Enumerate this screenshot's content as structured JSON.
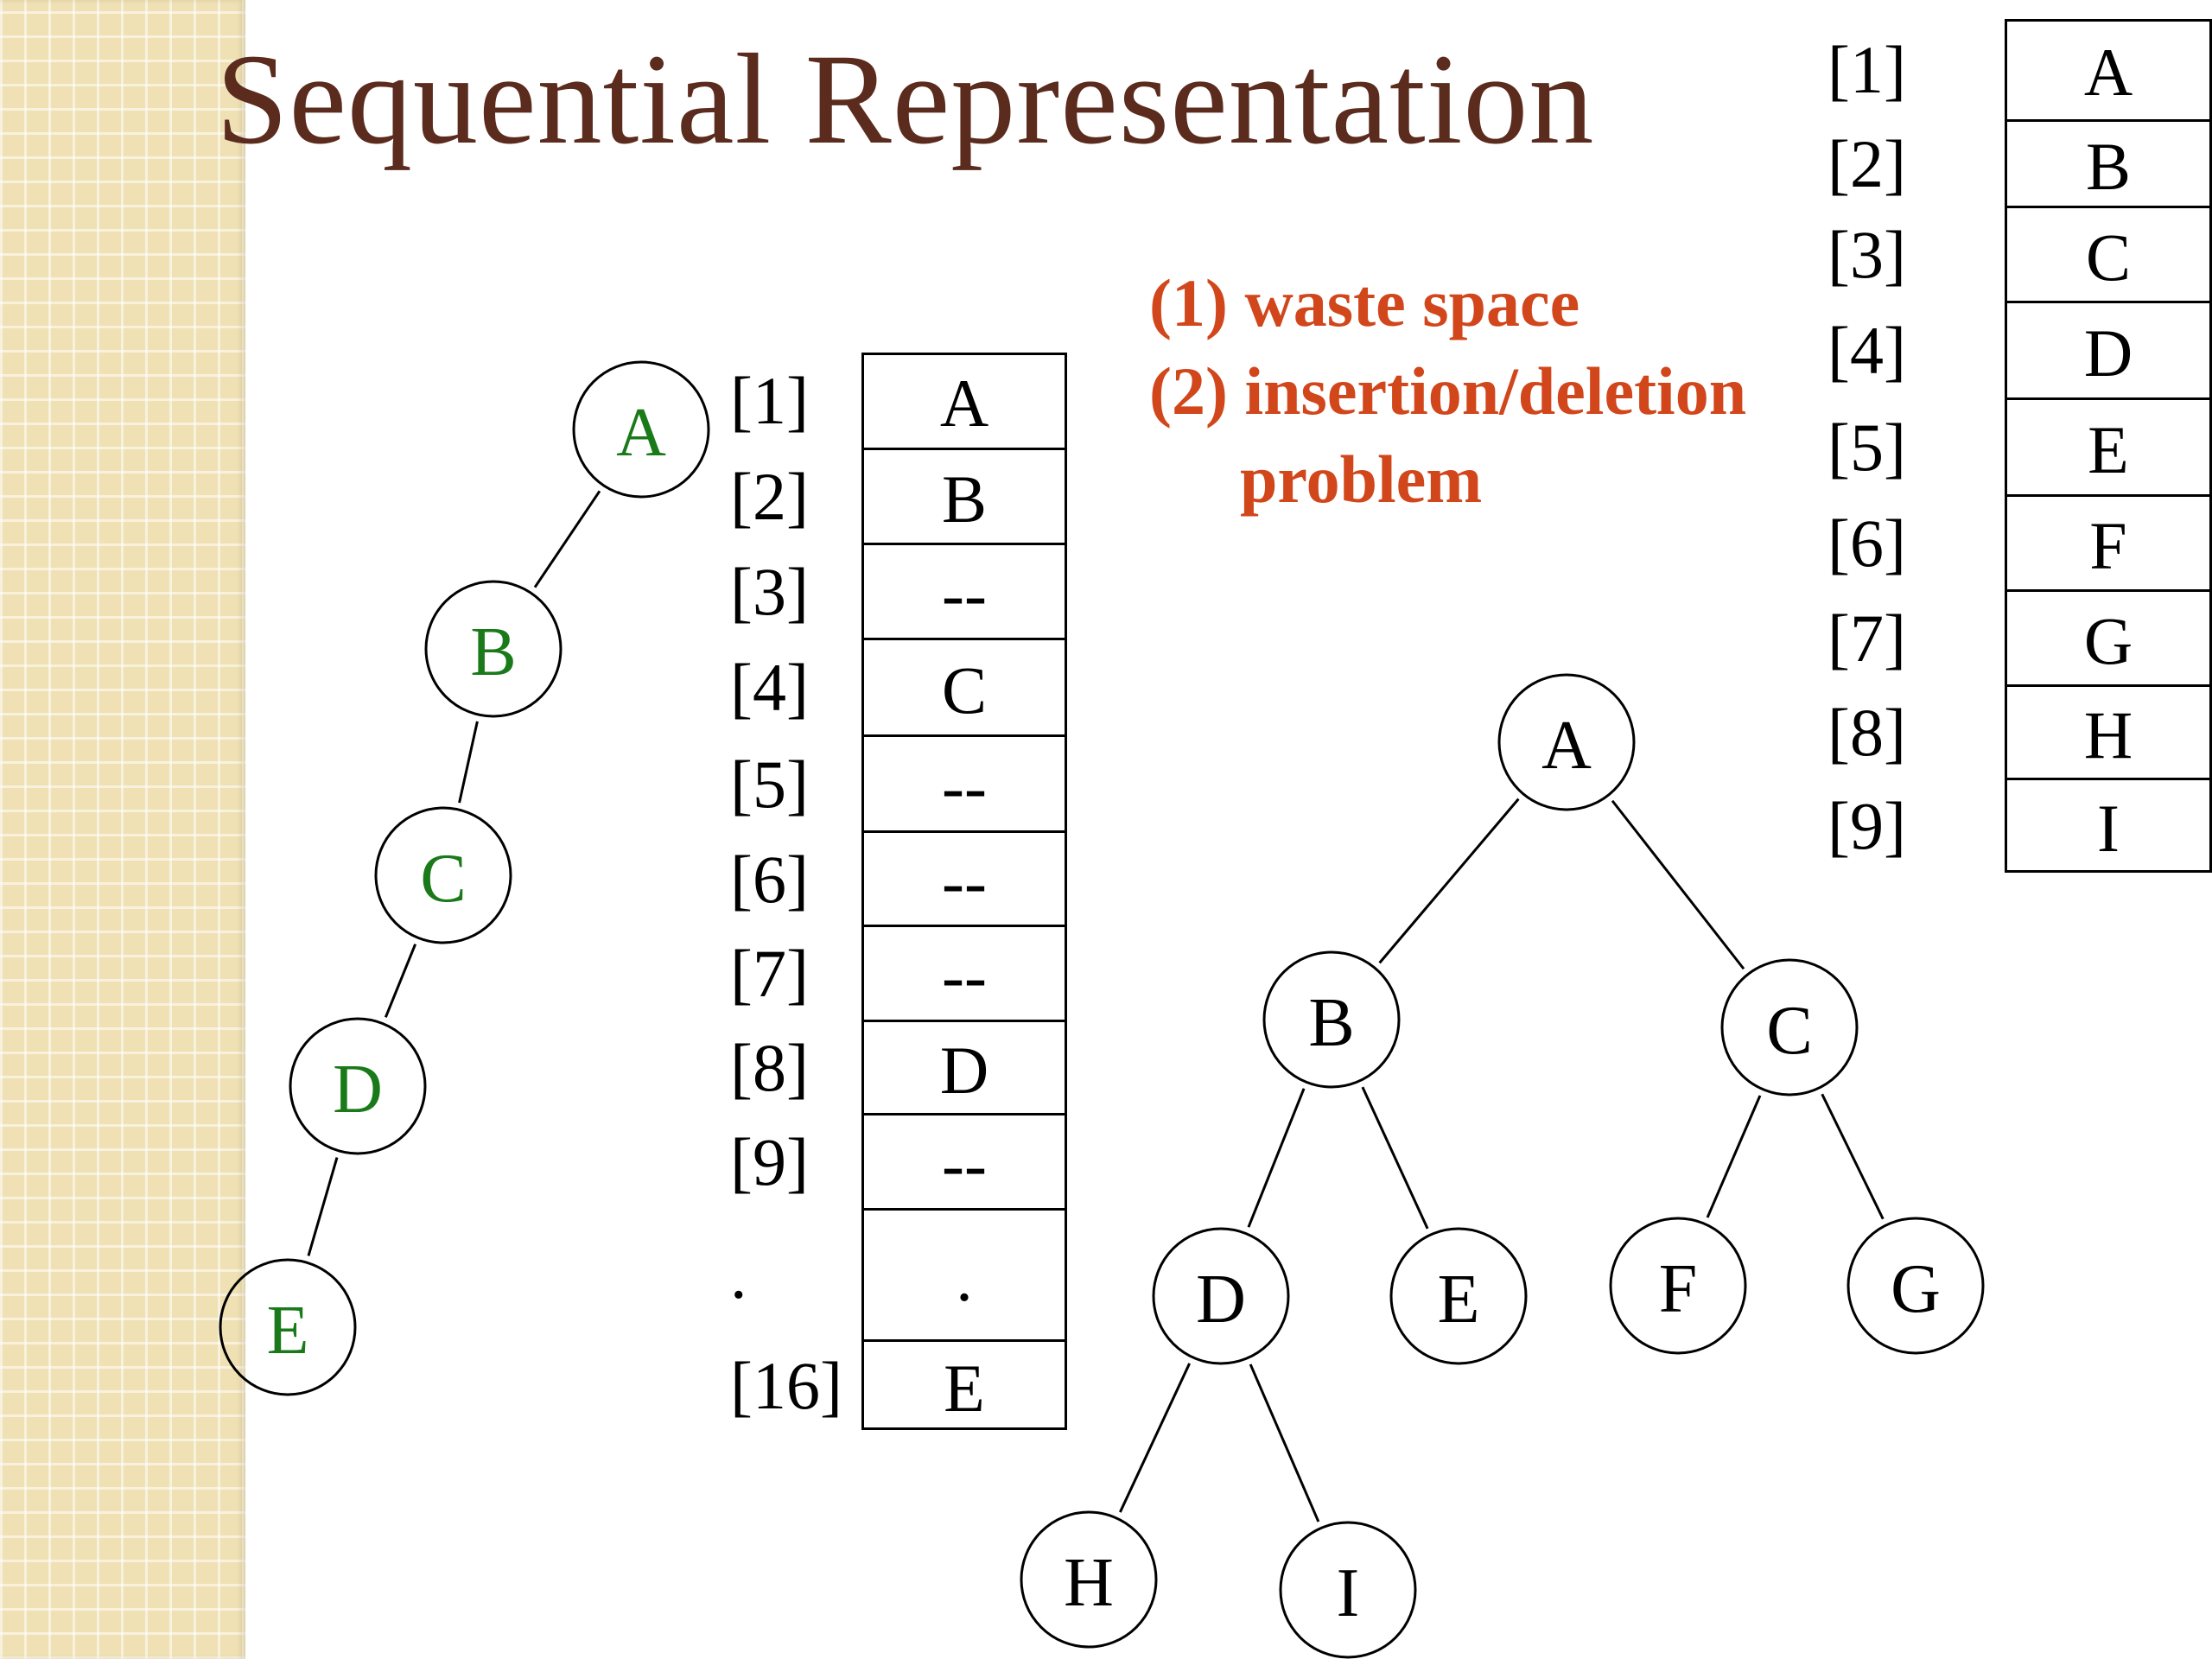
{
  "title": "Sequential Representation",
  "notes": {
    "line1": "(1) waste space",
    "line2": "(2) insertion/deletion",
    "line3": "problem"
  },
  "skewed_tree": {
    "nodes": [
      "A",
      "B",
      "C",
      "D",
      "E"
    ],
    "color": "#1a7a1a"
  },
  "skewed_array": {
    "indices": [
      "[1]",
      "[2]",
      "[3]",
      "[4]",
      "[5]",
      "[6]",
      "[7]",
      "[8]",
      "[9]",
      ".",
      "[16]"
    ],
    "values": [
      "A",
      "B",
      "--",
      "C",
      "--",
      "--",
      "--",
      "D",
      "--",
      ".",
      "E"
    ]
  },
  "complete_tree": {
    "nodes": [
      "A",
      "B",
      "C",
      "D",
      "E",
      "F",
      "G",
      "H",
      "I"
    ],
    "color": "#000000"
  },
  "complete_array": {
    "indices": [
      "[1]",
      "[2]",
      "[3]",
      "[4]",
      "[5]",
      "[6]",
      "[7]",
      "[8]",
      "[9]"
    ],
    "values": [
      "A",
      "B",
      "C",
      "D",
      "E",
      "F",
      "G",
      "H",
      "I"
    ]
  }
}
